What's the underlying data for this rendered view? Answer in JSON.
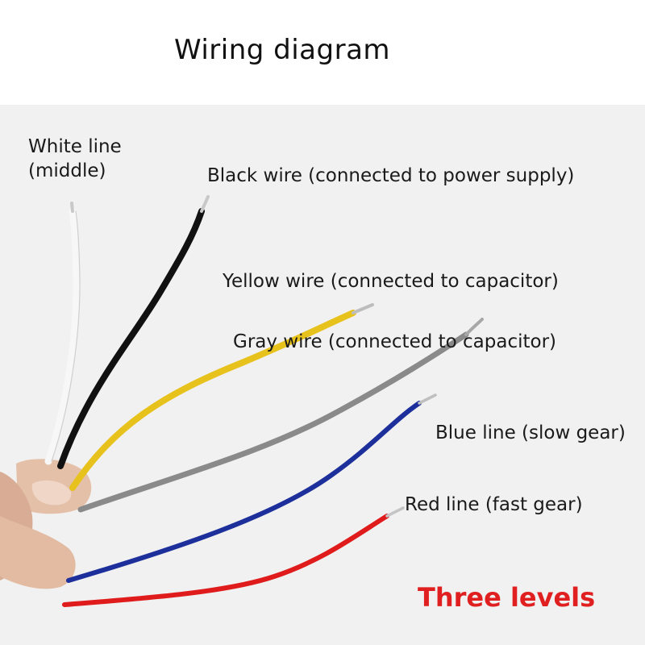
{
  "title": "Wiring diagram",
  "labels": {
    "white_line": "White line",
    "white_line_sub": "(middle)",
    "black_wire": "Black wire (connected to power supply)",
    "yellow_wire": "Yellow wire (connected to capacitor)",
    "gray_wire": "Gray wire (connected to capacitor)",
    "blue_line": "Blue line (slow gear)",
    "red_line": "Red line (fast gear)"
  },
  "badge": "Three levels",
  "colors": {
    "white_wire": "#f7f7f7",
    "black_wire": "#111111",
    "yellow_wire": "#e8c21c",
    "gray_wire": "#8a8a8a",
    "blue_wire": "#1c2f9a",
    "red_wire": "#e01b1b",
    "badge_text": "#e02020",
    "skin": "#e7c3ad"
  }
}
